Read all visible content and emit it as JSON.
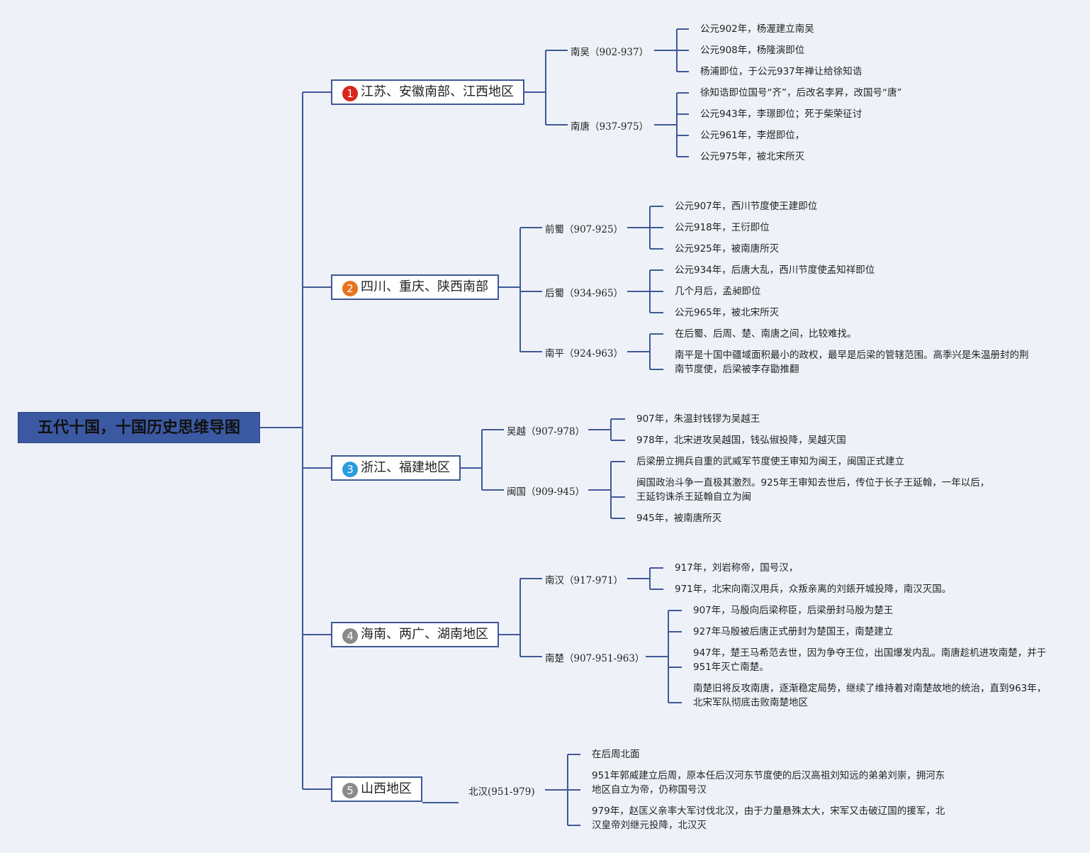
{
  "title": "五代十国，十国历史思维导图",
  "colors": {
    "line": "#3f5896",
    "root_bg": "#3b59a3"
  },
  "regions": [
    {
      "num": "1",
      "badge_color": "#d9261c",
      "label": "江苏、安徽南部、江西地区",
      "states": [
        {
          "name": "南吴",
          "years": "（902-937）",
          "facts": [
            "公元902年，杨渥建立南吴",
            "公元908年，杨隆演即位",
            "杨浦即位，于公元937年禅让给徐知诰"
          ]
        },
        {
          "name": "南唐",
          "years": "（937-975）",
          "facts": [
            "徐知诰即位国号“齐”，后改名李昇，改国号“唐”",
            "公元943年，李璟即位；死于柴荣征讨",
            "公元961年，李煜即位，",
            "公元975年，被北宋所灭"
          ]
        }
      ]
    },
    {
      "num": "2",
      "badge_color": "#e8731c",
      "label": "四川、重庆、陕西南部",
      "states": [
        {
          "name": "前蜀",
          "years": "（907-925）",
          "facts": [
            "公元907年，西川节度使王建即位",
            "公元918年，王衍即位",
            "公元925年，被南唐所灭"
          ]
        },
        {
          "name": "后蜀",
          "years": "（934-965）",
          "facts": [
            "公元934年，后唐大乱，西川节度使孟知祥即位",
            "几个月后，孟昶即位",
            "公元965年，被北宋所灭"
          ]
        },
        {
          "name": "南平",
          "years": "（924-963）",
          "facts": [
            "在后蜀、后周、楚、南唐之间，比较难找。",
            "南平是十国中疆域面积最小的政权，最早是后梁的管辖范围。高季兴是朱温册封的荆南节度使，后梁被李存勖推翻"
          ]
        }
      ]
    },
    {
      "num": "3",
      "badge_color": "#2a9be0",
      "label": "浙江、福建地区",
      "states": [
        {
          "name": "吴越",
          "years": "（907-978）",
          "facts": [
            "907年，朱温封钱镠为吴越王",
            "978年，北宋进攻吴越国，钱弘俶投降，吴越灭国"
          ]
        },
        {
          "name": "闽国",
          "years": "（909-945）",
          "facts": [
            "后梁册立拥兵自重的武威军节度使王审知为闽王，闽国正式建立",
            "闽国政治斗争一直极其激烈。925年王审知去世后，传位于长子王延翰，一年以后，王延钧诛杀王延翰自立为闽",
            "945年，被南唐所灭"
          ]
        }
      ]
    },
    {
      "num": "4",
      "badge_color": "#8a8a8a",
      "label": "海南、两广、湖南地区",
      "states": [
        {
          "name": "南汉",
          "years": "（917-971）",
          "facts": [
            "917年，刘岩称帝，国号汉，",
            "971年，北宋向南汉用兵，众叛亲离的刘鋹开城投降，南汉灭国。"
          ]
        },
        {
          "name": "南楚",
          "years": "（907-951-963）",
          "facts": [
            "907年，马殷向后梁称臣，后梁册封马殷为楚王",
            "927年马殷被后唐正式册封为楚国王，南楚建立",
            "947年，楚王马希范去世，因为争夺王位，出国爆发内乱。南唐趁机进攻南楚，并于951年灭亡南楚。",
            "南楚旧将反攻南唐，逐渐稳定局势，继续了维持着对南楚故地的统治，直到963年，北宋军队彻底击败南楚地区"
          ]
        }
      ]
    },
    {
      "num": "5",
      "badge_color": "#8a8a8a",
      "label": "山西地区",
      "states": [
        {
          "name": "北汉",
          "years": "(951-979)",
          "facts": [
            "在后周北面",
            "951年郭威建立后周，原本任后汉河东节度使的后汉高祖刘知远的弟弟刘崇，拥河东地区自立为帝，仍称国号汉",
            "979年，赵匡义亲率大军讨伐北汉，由于力量悬殊太大，宋军又击破辽国的援军，北汉皇帝刘继元投降，北汉灭"
          ]
        }
      ]
    }
  ]
}
